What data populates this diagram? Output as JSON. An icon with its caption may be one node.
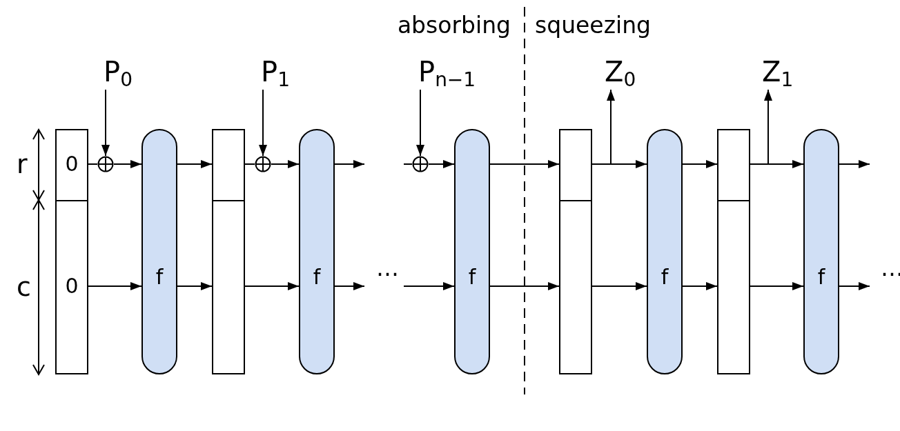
{
  "diagram": {
    "nodes": [
      {
        "text": [
          "P$_{0}$"
        ]
      },
      {
        "text": [
          "P$_{1}$"
        ]
      },
      {
        "text": [
          "P$_{n−1}$"
        ]
      },
      {
        "text": [
          "Z$_{0}$"
        ]
      },
      {
        "text": [
          "Z$_{1}$"
        ]
      },
      {
        "text": [
          "0",
          "0"
        ]
      },
      {
        "text": [],
        "shape": "circle"
      },
      {
        "text": [
          "f"
        ]
      },
      {
        "text": [],
        "shape": "box"
      },
      {
        "text": [],
        "shape": "circle"
      },
      {
        "text": [
          "f"
        ]
      },
      {
        "text": [],
        "shape": "circle"
      },
      {
        "text": [
          "f"
        ]
      },
      {
        "text": [],
        "shape": "box"
      },
      {
        "text": [
          "f"
        ]
      },
      {
        "text": [],
        "shape": "box"
      },
      {
        "text": [
          "f"
        ]
      }
    ],
    "edges": [
      {
        "from": 0,
        "to": 6,
        "arrow": "to"
      },
      {
        "from": 1,
        "to": 9,
        "arrow": "to"
      },
      {
        "from": 2,
        "to": 11,
        "arrow": "to"
      },
      {
        "from": 5,
        "to": 6,
        "arrow": "none"
      },
      {
        "from": 6,
        "to": 7,
        "arrow": "to"
      },
      {
        "from": 5,
        "to": 7,
        "arrow": "to"
      },
      {
        "from": 7,
        "to": 8,
        "arrow": "to"
      },
      {
        "from": 7,
        "to": 8,
        "arrow": "to"
      },
      {
        "from": 8,
        "to": 9,
        "arrow": "none"
      },
      {
        "from": 9,
        "to": 10,
        "arrow": "to"
      },
      {
        "from": 8,
        "to": 10,
        "arrow": "to"
      },
      {
        "from": 10,
        "to": null,
        "arrow": "to"
      },
      {
        "from": 10,
        "to": null,
        "arrow": "to"
      },
      {
        "from": null,
        "to": 11,
        "arrow": "none"
      },
      {
        "from": 11,
        "to": 12,
        "arrow": "to"
      },
      {
        "from": null,
        "to": 12,
        "arrow": "to"
      },
      {
        "from": 12,
        "to": 13,
        "arrow": "to"
      },
      {
        "from": 12,
        "to": 13,
        "arrow": "to"
      },
      {
        "from": 13,
        "to": 14,
        "arrow": "to"
      },
      {
        "from": 13,
        "to": 3,
        "arrow": "to"
      },
      {
        "from": 13,
        "to": 14,
        "arrow": "to"
      },
      {
        "from": 14,
        "to": 15,
        "arrow": "to"
      },
      {
        "from": 14,
        "to": 15,
        "arrow": "to"
      },
      {
        "from": 15,
        "to": 16,
        "arrow": "to"
      },
      {
        "from": 15,
        "to": 4,
        "arrow": "to"
      },
      {
        "from": 15,
        "to": 16,
        "arrow": "to"
      },
      {
        "from": 16,
        "to": null,
        "arrow": "to"
      },
      {
        "from": 16,
        "to": null,
        "arrow": "to"
      }
    ],
    "labels": [
      "absorbing",
      "squeezing",
      "r",
      "c",
      "…",
      "…"
    ]
  }
}
